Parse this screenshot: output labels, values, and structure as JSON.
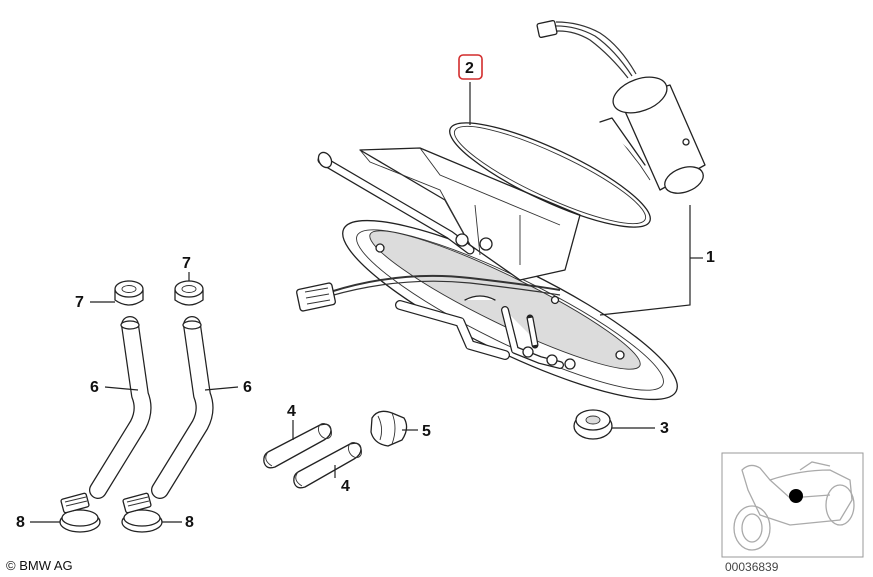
{
  "callouts": {
    "c1": "1",
    "c2": "2",
    "c3": "3",
    "c4a": "4",
    "c4b": "4",
    "c5": "5",
    "c6a": "6",
    "c6b": "6",
    "c7a": "7",
    "c7b": "7",
    "c8a": "8",
    "c8b": "8"
  },
  "highlight": {
    "callout": "2",
    "color": "#d22c2c"
  },
  "footer": {
    "copyright": "© BMW AG",
    "diagram_id": "00036839"
  },
  "thumbnail": {
    "marker_color": "#000000"
  }
}
